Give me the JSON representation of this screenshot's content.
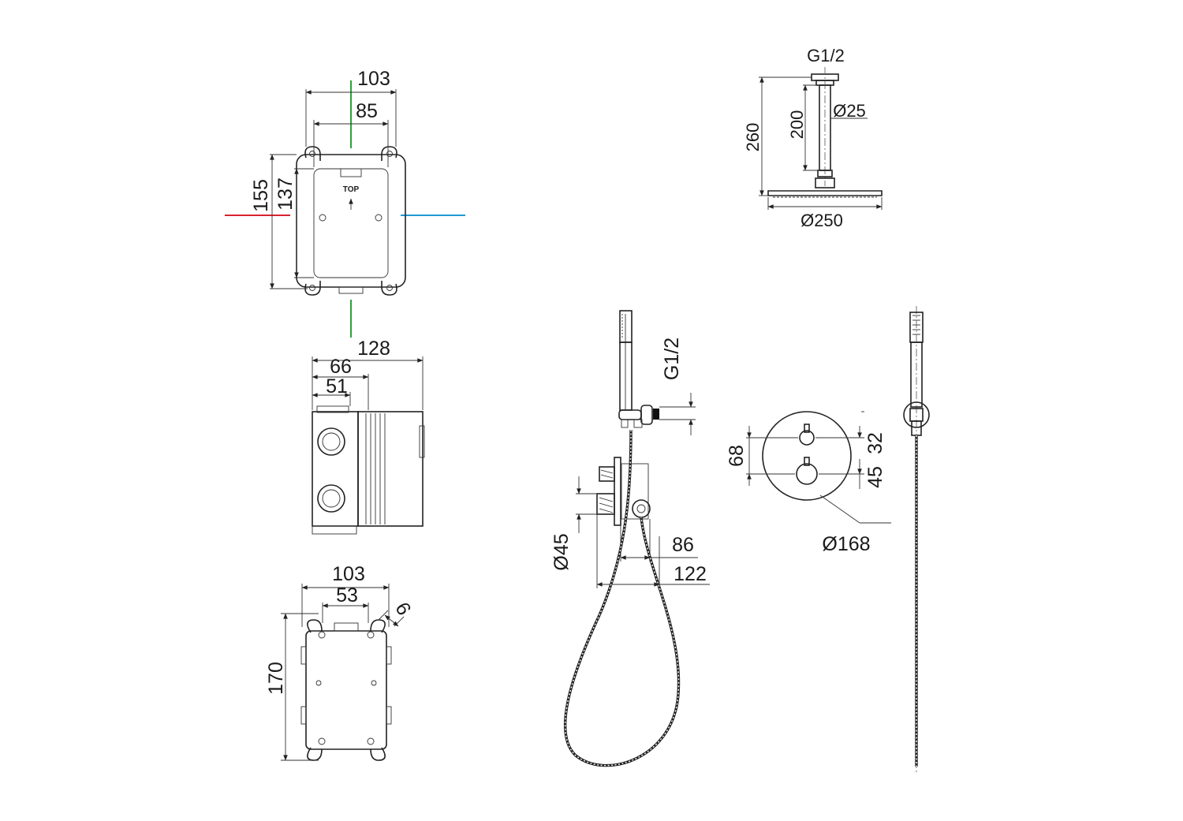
{
  "colors": {
    "line": "#222222",
    "hot": "#d9232d",
    "cold": "#1d9ad6",
    "axis": "#2aa33a"
  },
  "box_front": {
    "width_outer": "103",
    "width_inner": "85",
    "height_outer": "155",
    "height_inner": "137",
    "top_label": "TOP"
  },
  "box_side": {
    "depth_total": "128",
    "depth_mid": "66",
    "depth_min": "51"
  },
  "box_back": {
    "width_outer": "103",
    "width_inner": "53",
    "height": "170",
    "offset": "6"
  },
  "overhead": {
    "connection": "G1/2",
    "arm_diameter": "Ø25",
    "arm_length": "200",
    "total_height": "260",
    "head_diameter": "Ø250"
  },
  "hand_side": {
    "connection": "G1/2",
    "handle_diameter": "Ø45",
    "projection_small": "86",
    "projection_large": "122"
  },
  "plate": {
    "spacing": "68",
    "top_offset": "32",
    "bottom_offset": "45",
    "diameter": "Ø168"
  }
}
